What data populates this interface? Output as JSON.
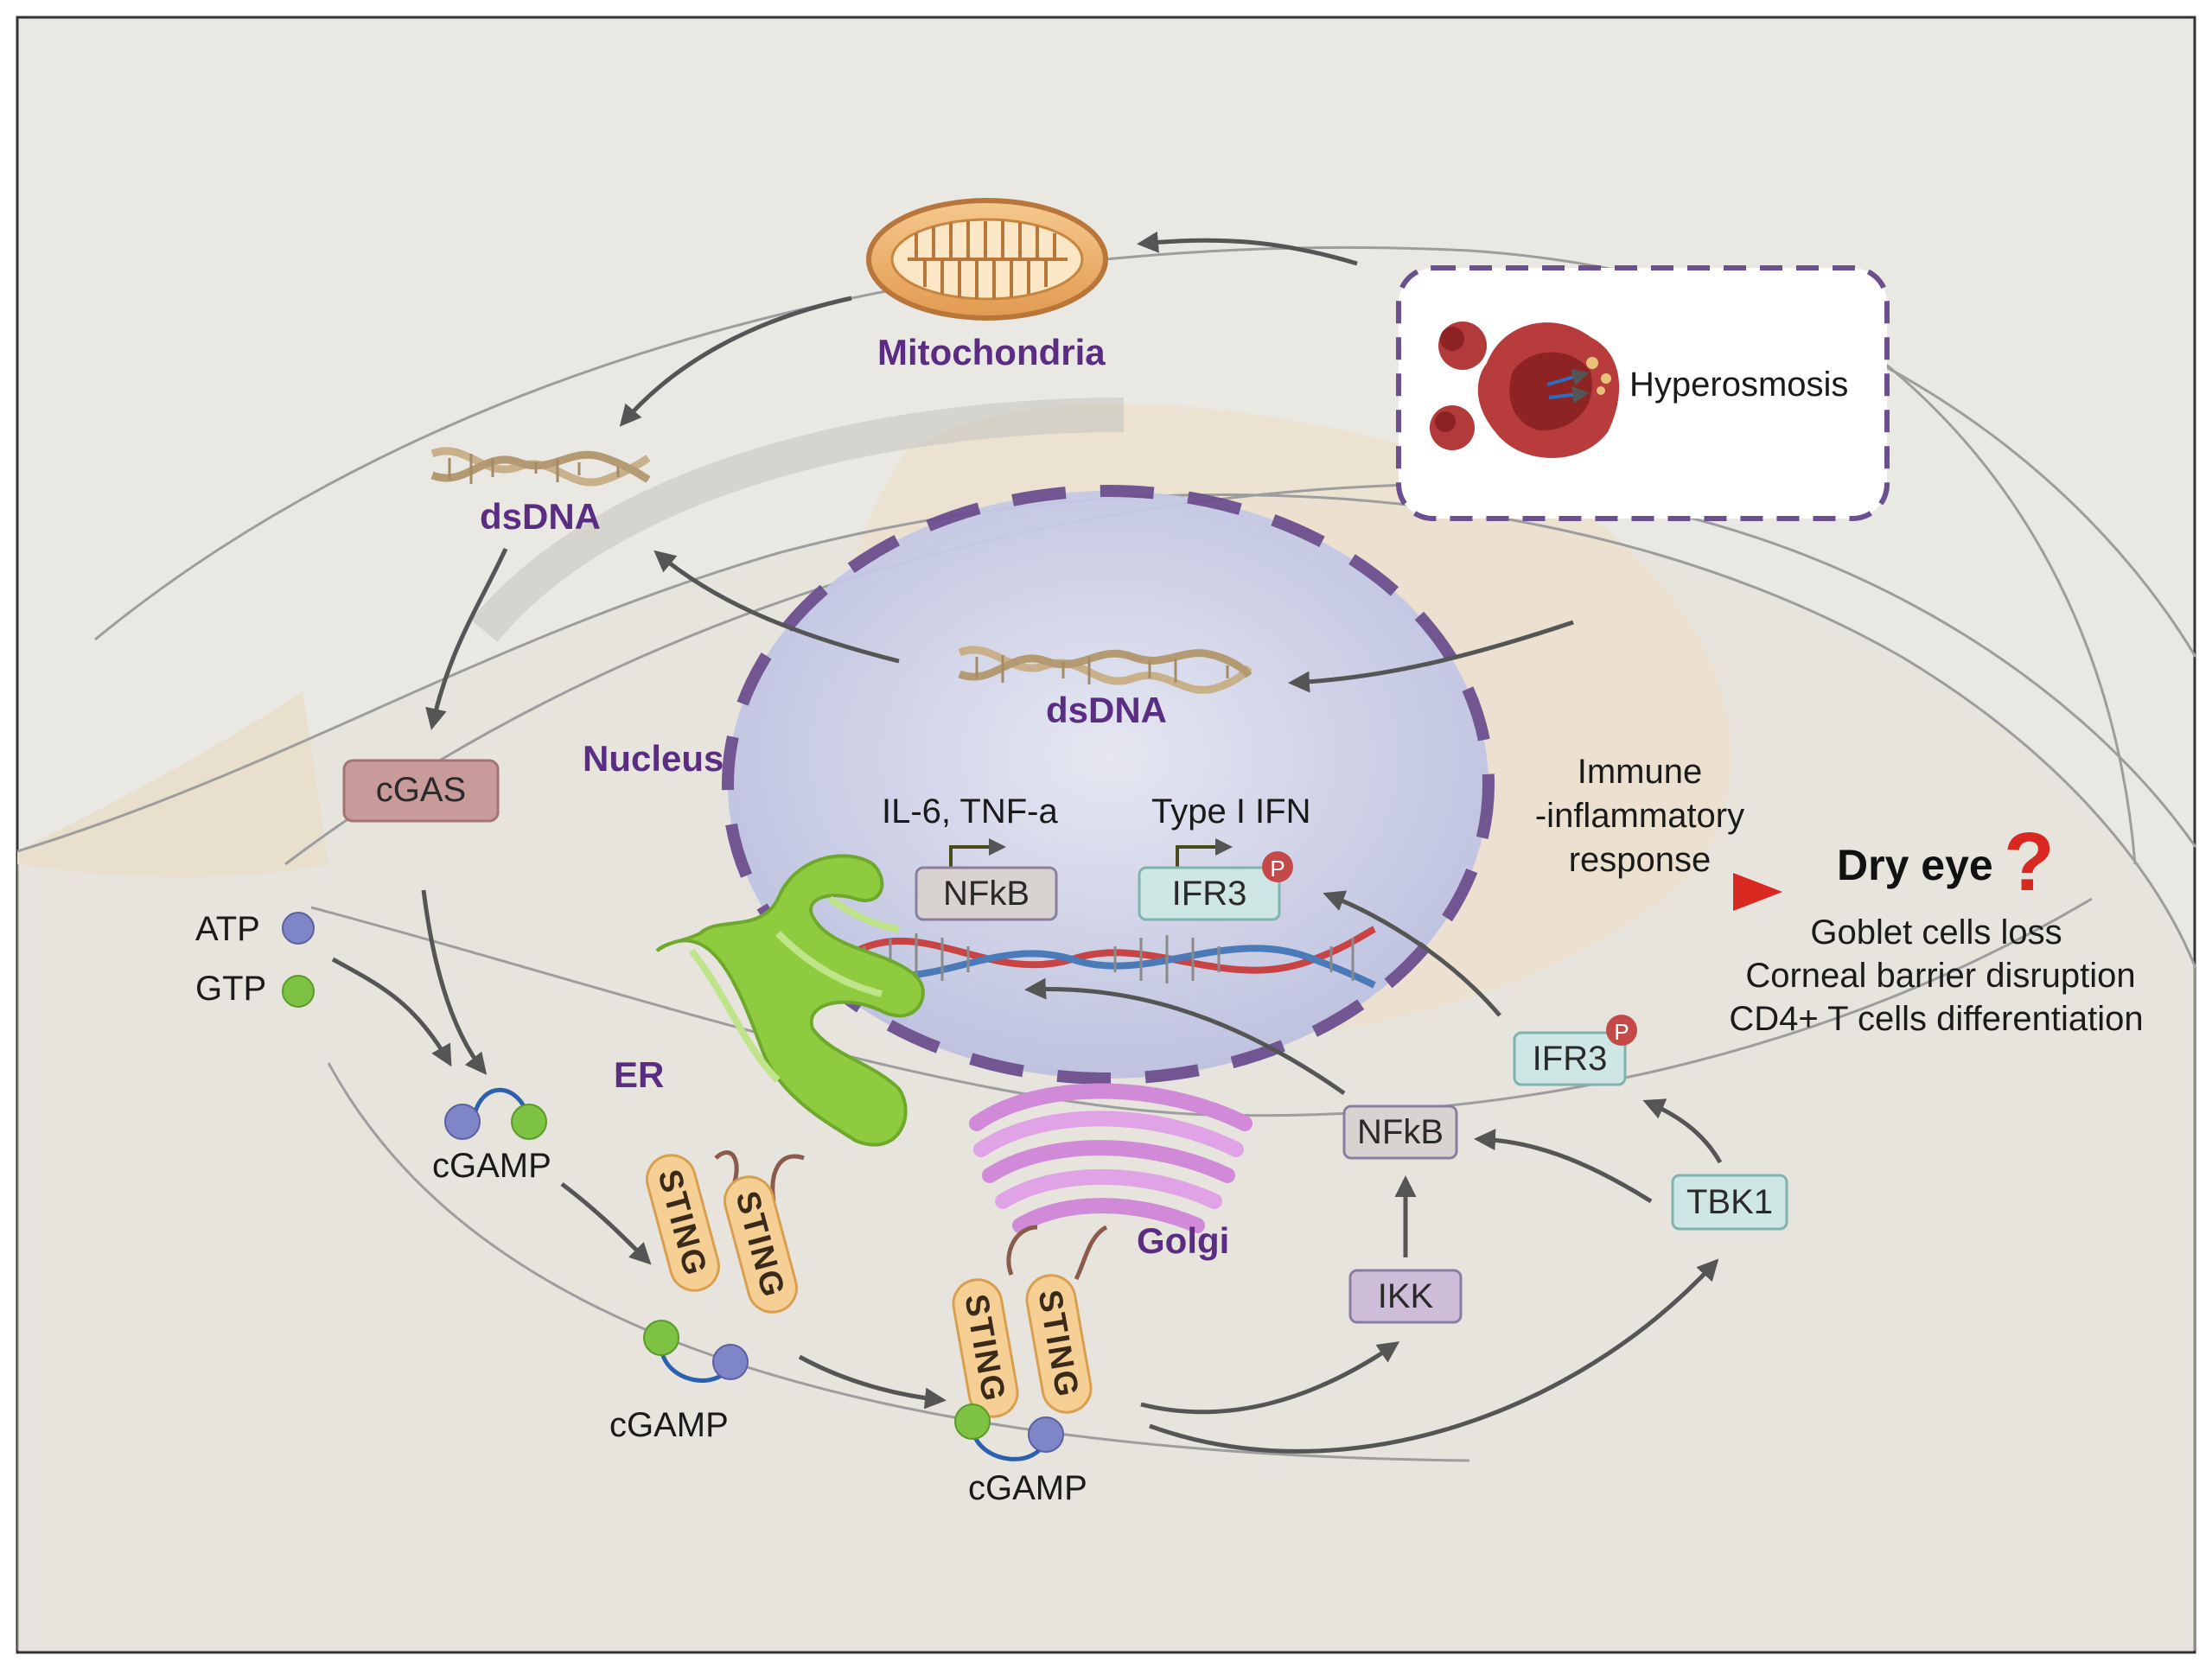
{
  "labels": {
    "mitochondria": "Mitochondria",
    "dsdna_cyto": "dsDNA",
    "dsdna_nuc": "dsDNA",
    "nucleus": "Nucleus",
    "hyperosmosis": "Hyperosmosis",
    "cgas": "cGAS",
    "atp": "ATP",
    "gtp": "GTP",
    "cgamp_1": "cGAMP",
    "cgamp_2": "cGAMP",
    "cgamp_3": "cGAMP",
    "er": "ER",
    "golgi": "Golgi",
    "sting": "STING",
    "il6_tnf": "IL-6, TNF-a",
    "type1_ifn": "Type I IFN",
    "nfkb_nuc": "NFkB",
    "ifr3_nuc": "IFR3",
    "phospho": "P",
    "nfkb_cyto": "NFkB",
    "ifr3_cyto": "IFR3",
    "ikk": "IKK",
    "tbk1": "TBK1",
    "immune_line1": "Immune",
    "immune_line2": "-inflammatory",
    "immune_line3": "response",
    "dry_eye": "Dry eye",
    "question": "?",
    "outcome_1": "Goblet cells loss",
    "outcome_2": "Corneal barrier disruption",
    "outcome_3": "CD4+ T cells differentiation"
  },
  "colors": {
    "organelle_label": "#5a2d82",
    "arrow": "#555555",
    "dry_eye_arrow": "#d8281f",
    "atp_ball": "#7f86c8",
    "gtp_ball": "#7dc242",
    "nucleus_fill": "#c9cde8",
    "nucleus_border": "#6b4f8f"
  }
}
